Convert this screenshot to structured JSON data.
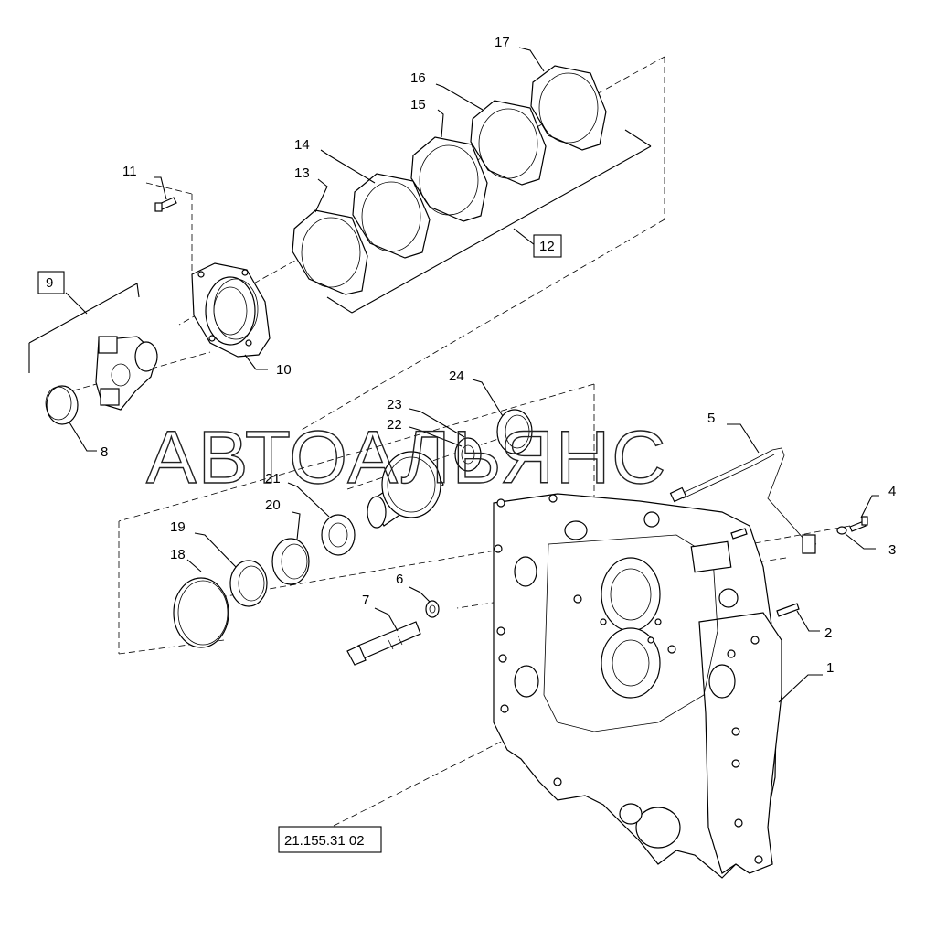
{
  "callouts": {
    "c1": "1",
    "c2": "2",
    "c3": "3",
    "c4": "4",
    "c5": "5",
    "c6": "6",
    "c7": "7",
    "c8": "8",
    "c9": "9",
    "c10": "10",
    "c11": "11",
    "c12": "12",
    "c13": "13",
    "c14": "14",
    "c15": "15",
    "c16": "16",
    "c17": "17",
    "c18": "18",
    "c19": "19",
    "c20": "20",
    "c21": "21",
    "c22": "22",
    "c23": "23",
    "c24": "24"
  },
  "reference_code": "21.155.31 02",
  "watermark": "АВТОАЛЬЯНС"
}
